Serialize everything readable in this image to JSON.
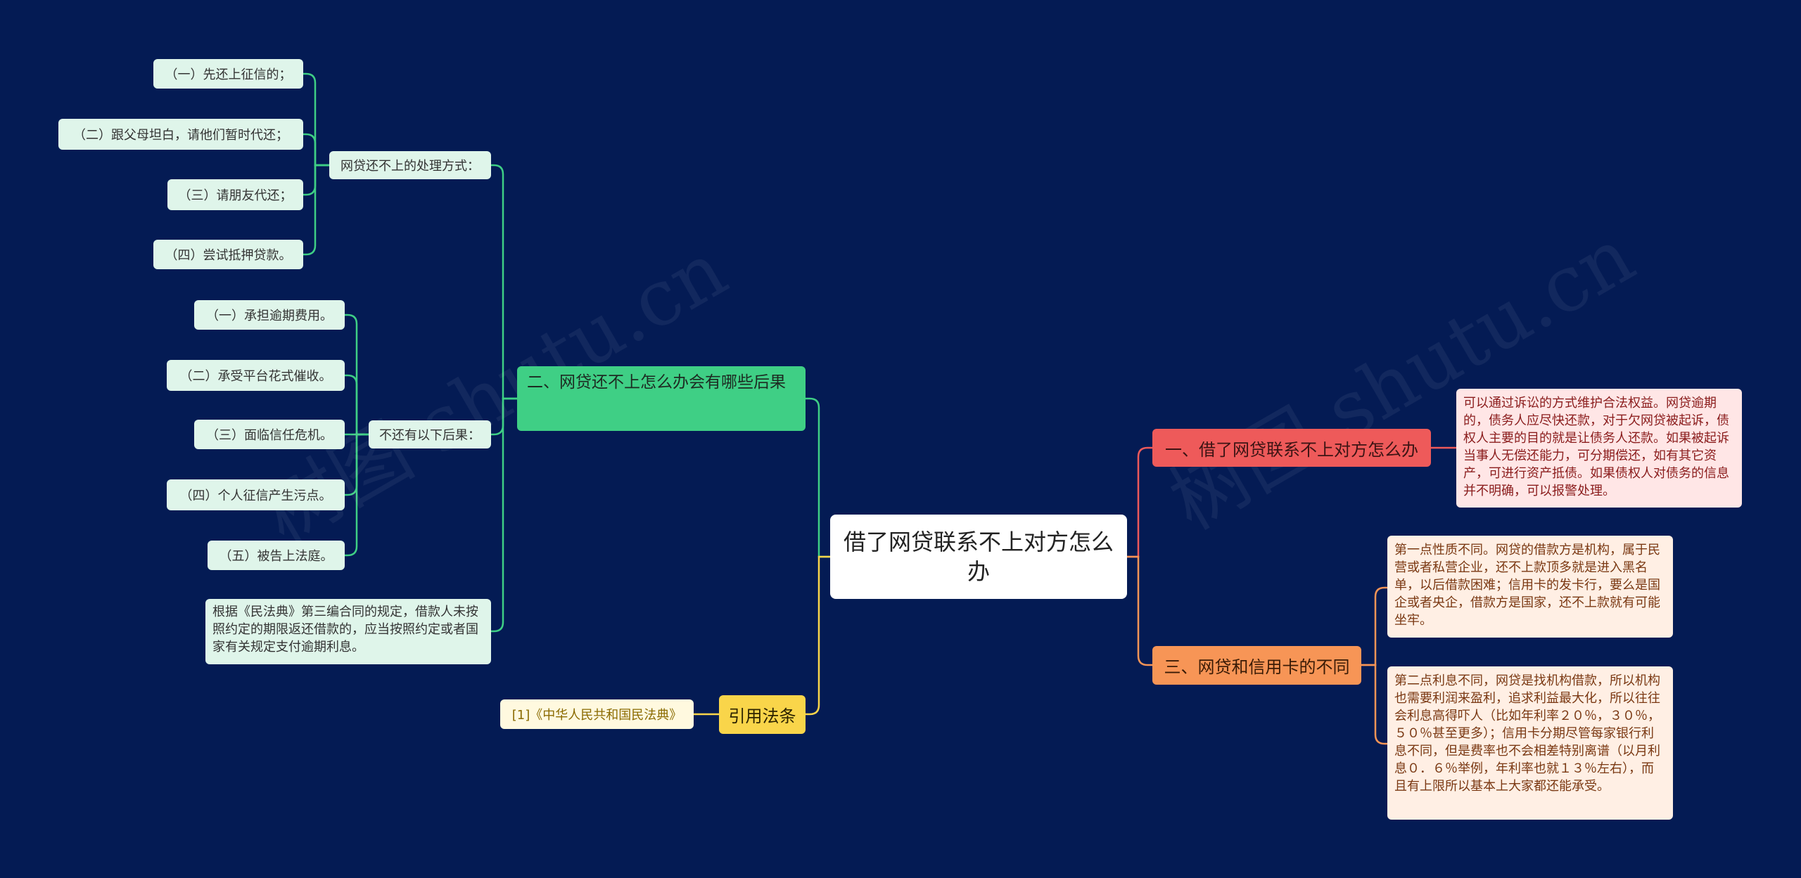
{
  "root": {
    "label": "借了网贷联系不上对方怎么办"
  },
  "left_branch": {
    "label": "二、网贷还不上怎么办会有哪些后果",
    "handling": {
      "label": "网贷还不上的处理方式：",
      "items": [
        "（一）先还上征信的；",
        "（二）跟父母坦白，请他们暂时代还；",
        "（三）请朋友代还；",
        "（四）尝试抵押贷款。"
      ]
    },
    "consequences": {
      "label": "不还有以下后果：",
      "items": [
        "（一）承担逾期费用。",
        "（二）承受平台花式催收。",
        "（三）面临信任危机。",
        "（四）个人征信产生污点。",
        "（五）被告上法庭。"
      ]
    },
    "civil_code_note": "根据《民法典》第三编合同的规定，借款人未按照约定的期限返还借款的，应当按照约定或者国家有关规定支付逾期利息。"
  },
  "citation_branch": {
    "label": "引用法条",
    "items": [
      "[1]《中华人民共和国民法典》"
    ]
  },
  "right_branch_1": {
    "label": "一、借了网贷联系不上对方怎么办",
    "note": "可以通过诉讼的方式维护合法权益。网贷逾期的，债务人应尽快还款，对于欠网贷被起诉，债权人主要的目的就是让债务人还款。如果被起诉当事人无偿还能力，可分期偿还，如有其它资产，可进行资产抵债。如果债权人对债务的信息并不明确，可以报警处理。"
  },
  "right_branch_3": {
    "label": "三、网贷和信用卡的不同",
    "notes": [
      "第一点性质不同。网贷的借款方是机构，属于民营或者私营企业，还不上款顶多就是进入黑名单，以后借款困难；信用卡的发卡行，要么是国企或者央企，借款方是国家，还不上款就有可能坐牢。",
      "第二点利息不同，网贷是找机构借款，所以机构也需要利润来盈利，追求利益最大化，所以往往会利息高得吓人（比如年利率２０％，３０％，５０％甚至更多）；信用卡分期尽管每家银行利息不同，但是费率也不会相差特别离谱（以月利息０．６％举例，年利率也就１３％左右），而且有上限所以基本上大家都还能承受。"
    ]
  },
  "watermarks": [
    "树图 shutu.cn",
    "树图 shutu.cn"
  ],
  "colors": {
    "background": "#041b54",
    "green_line": "#3fcf85",
    "yellow_line": "#f9d54a",
    "red_line": "#ee5a5a",
    "orange_line": "#f79556"
  }
}
